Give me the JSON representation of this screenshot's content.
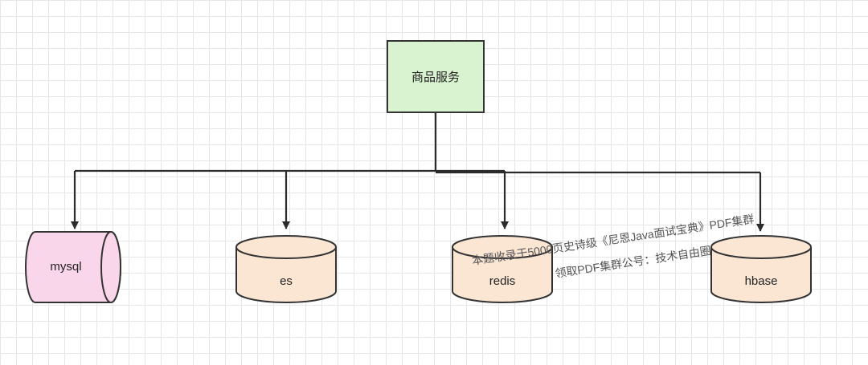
{
  "diagram": {
    "service": {
      "label": "商品服务",
      "fill": "#d9f2d0",
      "stroke": "#333333"
    },
    "databases": [
      {
        "label": "mysql",
        "orientation": "horizontal",
        "fill": "#f9d6ea",
        "stroke": "#333333"
      },
      {
        "label": "es",
        "orientation": "vertical",
        "fill": "#fbe6d4",
        "stroke": "#333333"
      },
      {
        "label": "redis",
        "orientation": "vertical",
        "fill": "#fbe6d4",
        "stroke": "#333333"
      },
      {
        "label": "hbase",
        "orientation": "vertical",
        "fill": "#fbe6d4",
        "stroke": "#333333"
      }
    ],
    "connector_color": "#2b2b2b"
  },
  "watermark": {
    "line1": "本题收录于5000页史诗级《尼恩Java面试宝典》PDF集群",
    "line2": "领取PDF集群公号：技术自由圈",
    "color": "#555555"
  }
}
